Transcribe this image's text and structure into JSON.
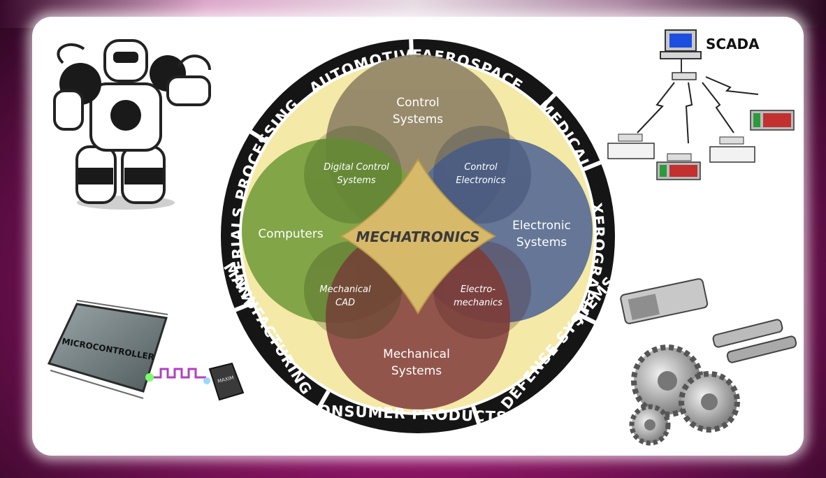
{
  "ring_sectors": [
    "AUTOMOTIVE",
    "AEROSPACE",
    "MEDICAL",
    "XEROGRAPHY",
    "DEFENSE SYSTEMS",
    "CONSUMER PRODUCTS",
    "MANUFACTURING",
    "MATERIALS PROCESSING"
  ],
  "petals": {
    "control": [
      "Control",
      "Systems"
    ],
    "computers": [
      "Computers"
    ],
    "electronic": [
      "Electronic",
      "Systems"
    ],
    "mechanical": [
      "Mechanical",
      "Systems"
    ]
  },
  "overlaps": {
    "digital_control": [
      "Digital Control",
      "Systems"
    ],
    "control_electronics": [
      "Control",
      "Electronics"
    ],
    "mechanical_cad": [
      "Mechanical",
      "CAD"
    ],
    "electromechanics": [
      "Electro-",
      "mechanics"
    ]
  },
  "center_label": "MECHATRONICS",
  "scada_label": "SCADA",
  "chip_label": "MICROCONTROLLER",
  "chip_small_label": "MAXIM",
  "colors": {
    "ring_dark": "#151515",
    "ring_cream": "#f4e9a6",
    "control": "#918467",
    "computers": "#6f9a38",
    "electronic": "#4d6394",
    "mechanical": "#823c3d",
    "center": "#d7b96a"
  }
}
